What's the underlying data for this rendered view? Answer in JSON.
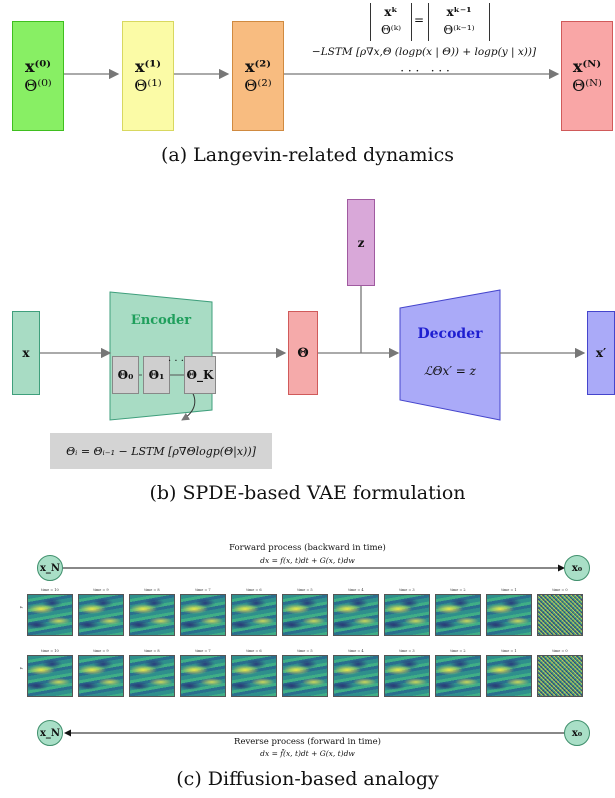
{
  "panel_a": {
    "nodes": [
      {
        "line1": "x⁽⁰⁾",
        "line2": "Θ⁽⁰⁾"
      },
      {
        "line1": "x⁽¹⁾",
        "line2": "Θ⁽¹⁾"
      },
      {
        "line1": "x⁽²⁾",
        "line2": "Θ⁽²⁾"
      },
      {
        "line1": "x⁽ᴺ⁾",
        "line2": "Θ⁽ᴺ⁾"
      }
    ],
    "update_lhs_top": "xᵏ",
    "update_lhs_bottom": "Θ⁽ᵏ⁾",
    "update_rhs_top": "xᵏ⁻¹",
    "update_rhs_bottom": "Θ⁽ᵏ⁻¹⁾",
    "update_term": "−LSTM [ρ∇x,Θ (logp(x | Θ)) + logp(y | x))]",
    "dots": "· · ·   · · ·",
    "caption": "(a) Langevin-related dynamics",
    "colors": {
      "green": "#88ef64",
      "yellow": "#fbfba6",
      "orange": "#f8bc80",
      "red": "#f9a6a6"
    }
  },
  "panel_b": {
    "x_label": "x",
    "encoder_title": "Encoder",
    "theta_cells": [
      "Θ₀",
      "Θ₁",
      "Θ_K"
    ],
    "cell_dots": "· · ·",
    "theta_node": "Θ",
    "z_label": "z",
    "decoder_title": "Decoder",
    "decoder_eq": "ℒΘx′ = z",
    "xprime_label": "x′",
    "formula": "Θᵢ = Θᵢ₋₁ − LSTM [ρ∇Θlogp(Θ|x))]",
    "caption": "(b) SPDE-based VAE formulation",
    "colors": {
      "encoder": "#a8dcc4",
      "theta": "#f5aaaa",
      "z": "#d9a8d9",
      "decoder": "#aaaaf8"
    }
  },
  "panel_c": {
    "forward_title": "Forward process (backward in time)",
    "forward_eq": "dx = f(x, t)dt + G(x, t)dw",
    "reverse_title": "Reverse process (forward in time)",
    "reverse_eq": "dx = f̄(x, t)dt + G(x, t)dw",
    "start_node": "x_N",
    "end_node": "x₀",
    "row1_titles": [
      "time = 10",
      "time = 9",
      "time = 8",
      "time = 7",
      "time = 6",
      "time = 5",
      "time = 4",
      "time = 3",
      "time = 2",
      "time = 1",
      "time = 0"
    ],
    "row2_titles": [
      "time = 10",
      "time = 9",
      "time = 8",
      "time = 7",
      "time = 6",
      "time = 5",
      "time = 4",
      "time = 3",
      "time = 2",
      "time = 1",
      "time = 0"
    ],
    "caption": "(c) Diffusion-based analogy"
  }
}
